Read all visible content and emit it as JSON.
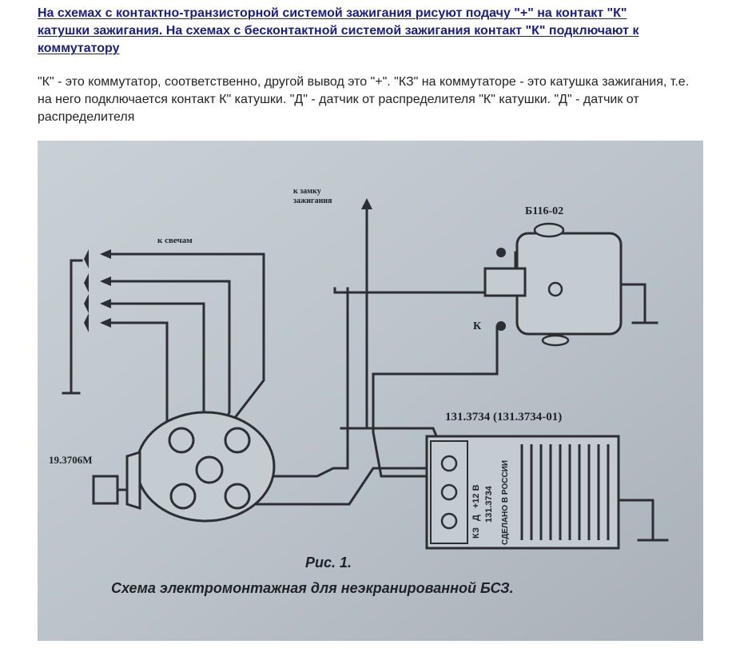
{
  "heading": "На схемах с контактно-транзисторной системой зажигания рисуют подачу \"+\" на контакт \"К\" катушки зажигания. На схемах с бесконтактной системой зажигания контакт \"К\" подключают к коммутатору",
  "paragraph": "\"К\" - это коммутатор, соответственно, другой вывод это \"+\". \"КЗ\" на коммутаторе - это катушка зажигания, т.е. на него подключается контакт К\" катушки. \"Д\" - датчик от распределителя \"К\" катушки. \"Д\" - датчик от распределителя",
  "diagram": {
    "label_ignition_lock": "к замку\nзажигания",
    "label_ignition_lock_line1": "к замку",
    "label_ignition_lock_line2": "зажигания",
    "label_to_plugs": "к свечам",
    "label_coil": "Б116-02",
    "label_k": "К",
    "label_switch": "131.3734 (131.3734-01)",
    "label_distributor": "19.3706М",
    "switch_pin_labels": [
      "КЗ",
      "Д",
      "+12 В"
    ],
    "switch_model_text": "131.3734",
    "switch_made_in": "СДЕЛАНО В РОССИИ",
    "figure_label": "Рис. 1.",
    "caption": "Схема электромонтажная для неэкранированной БСЗ."
  }
}
